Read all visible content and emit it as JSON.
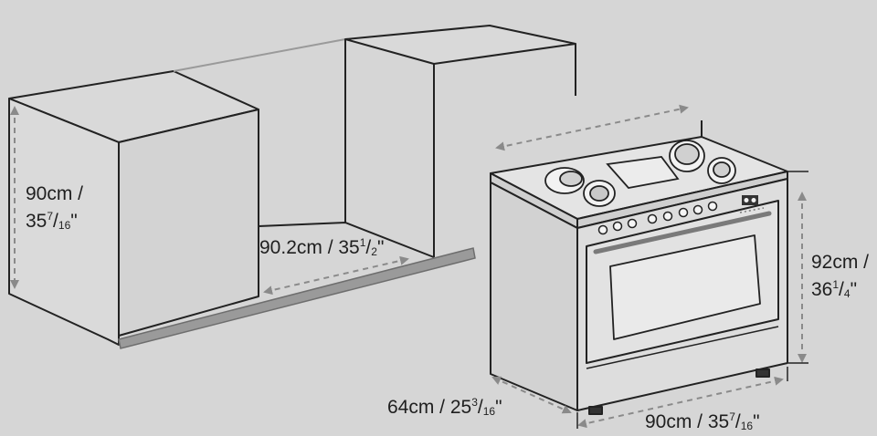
{
  "dimensions": {
    "cabinet_height": {
      "metric": "90cm /",
      "imperial_whole": "35",
      "imperial_num": "7",
      "imperial_den": "16",
      "imperial_unit": "\""
    },
    "cavity_width": {
      "metric": "90.2cm / 35",
      "imperial_num": "1",
      "imperial_den": "2",
      "imperial_unit": "\""
    },
    "range_height": {
      "metric": "92cm /",
      "imperial_whole": "36",
      "imperial_num": "1",
      "imperial_den": "4",
      "imperial_unit": "\""
    },
    "range_depth": {
      "metric": "64cm / 25",
      "imperial_num": "3",
      "imperial_den": "16",
      "imperial_unit": "\""
    },
    "range_width": {
      "metric": "90cm / 35",
      "imperial_num": "7",
      "imperial_den": "16",
      "imperial_unit": "\""
    }
  },
  "colors": {
    "background": "#d6d6d6",
    "line": "#222222",
    "arrow": "#8a8a8a",
    "cabinet_face": "#dcdcdc",
    "rail": "#9a9a9a"
  }
}
